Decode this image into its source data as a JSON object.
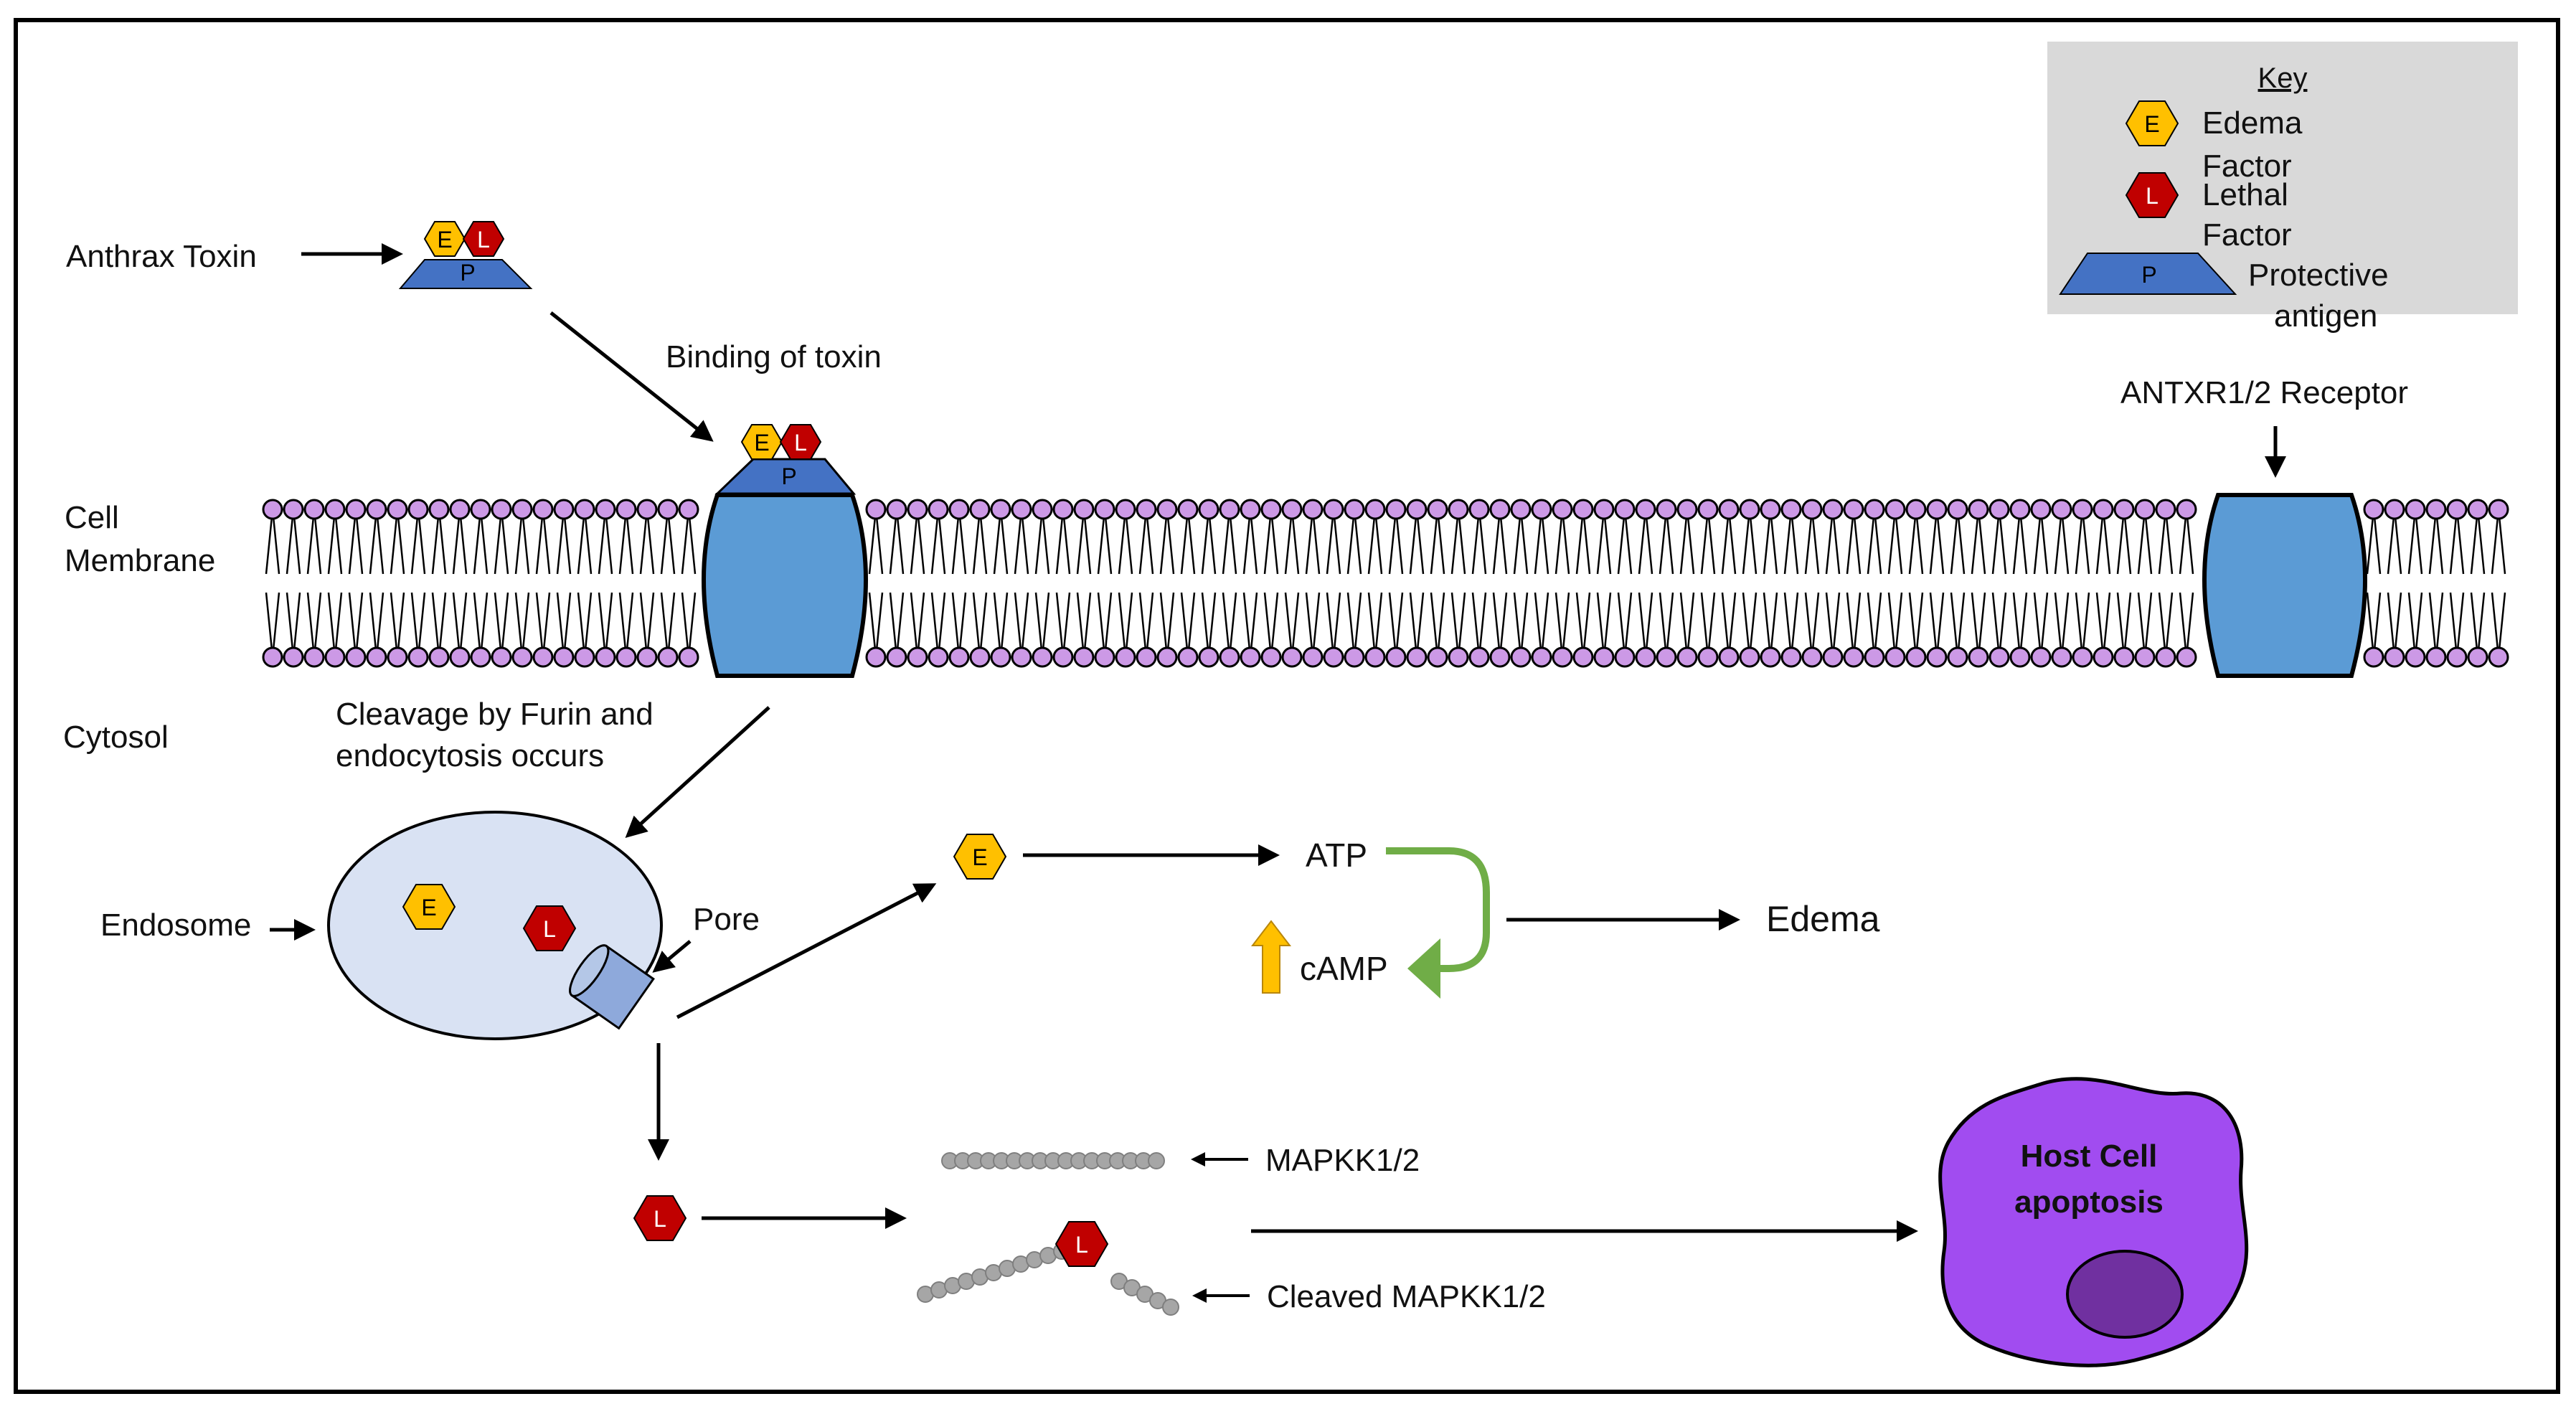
{
  "labels": {
    "anthrax_toxin": "Anthrax Toxin",
    "binding_of_toxin": "Binding of toxin",
    "cell": "Cell",
    "membrane": "Membrane",
    "cytosol": "Cytosol",
    "receptor": "ANTXR1/2 Receptor",
    "cleavage_line1": "Cleavage by Furin and",
    "cleavage_line2": "endocytosis occurs",
    "endosome": "Endosome",
    "pore": "Pore",
    "atp": "ATP",
    "camp": "cAMP",
    "edema": "Edema",
    "mapkk": "MAPKK1/2",
    "cleaved_mapkk": "Cleaved MAPKK1/2",
    "host_cell_line1": "Host Cell",
    "host_cell_line2": "apoptosis"
  },
  "key": {
    "title": "Key",
    "edema_line1": "Edema",
    "edema_line2": "Factor",
    "lethal_line1": "Lethal",
    "lethal_line2": "Factor",
    "protective_line1": "Protective",
    "protective_line2": "antigen"
  },
  "glyphs": {
    "edema_factor": "E",
    "lethal_factor": "L",
    "protective_antigen": "P"
  },
  "colors": {
    "edema_factor": "#FFC000",
    "lethal_factor": "#C00000",
    "protective_antigen": "#4472C4",
    "receptor": "#5B9BD5",
    "lipid_head": "#CC99E6",
    "endosome": "#D9E2F3",
    "host_cell": "#A14CF0",
    "nucleus": "#7030A0",
    "camp_arrow": "#70AD47",
    "up_arrow": "#FFC000",
    "key_background": "#D9D9D9"
  }
}
